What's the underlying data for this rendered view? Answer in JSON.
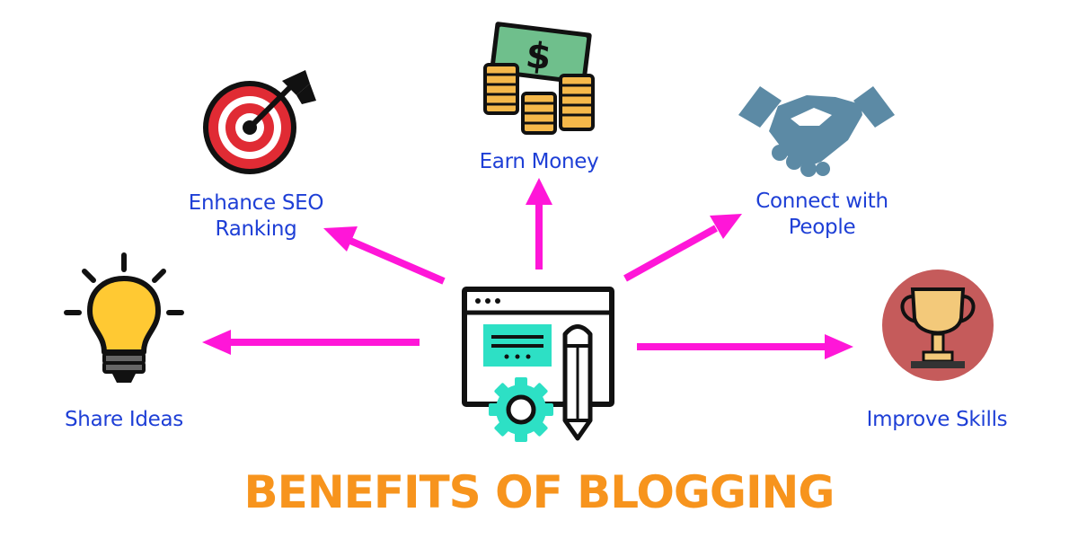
{
  "title": "BENEFITS OF BLOGGING",
  "colors": {
    "title": "#f7941d",
    "label": "#1e3fd6",
    "arrow": "#ff16d8",
    "outline": "#111111",
    "accent_teal": "#2de0c5",
    "bulb": "#ffc933",
    "money_green": "#6fbf8c",
    "coin": "#f5b84a",
    "target_red": "#e02b34",
    "handshake": "#5c8aa5",
    "trophy_circle": "#c55b5b",
    "trophy_gold": "#f3c97a"
  },
  "nodes": {
    "earn_money": {
      "label": "Earn Money",
      "icon": "money-icon"
    },
    "enhance_seo": {
      "label": "Enhance SEO\nRanking",
      "icon": "target-icon"
    },
    "connect": {
      "label": "Connect with\nPeople",
      "icon": "handshake-icon"
    },
    "share_ideas": {
      "label": "Share Ideas",
      "icon": "lightbulb-icon"
    },
    "improve_skills": {
      "label": "Improve Skills",
      "icon": "trophy-icon"
    }
  },
  "center": {
    "icon": "blog-icon"
  }
}
